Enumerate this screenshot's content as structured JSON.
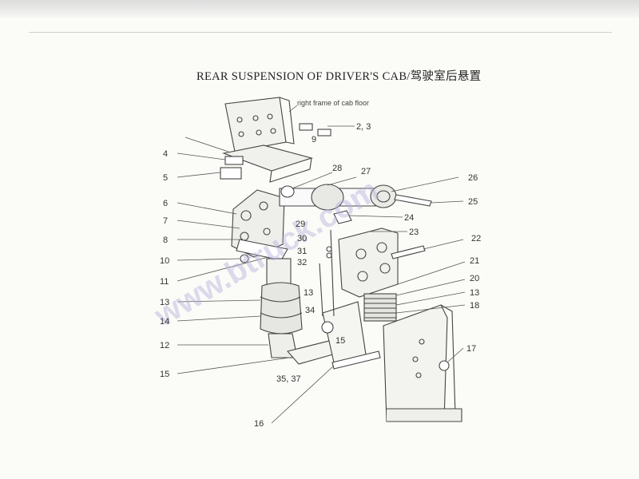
{
  "title": "REAR SUSPENSION OF DRIVER'S CAB/驾驶室后悬置",
  "watermark": "www.btruck.com",
  "callouts": {
    "frame": "right frame of cab floor",
    "c2_3": "2, 3",
    "c4": "4",
    "c5": "5",
    "c6": "6",
    "c7": "7",
    "c8": "8",
    "c10": "10",
    "c11": "11",
    "c12": "12",
    "c13a": "13",
    "c13b": "13",
    "c13c": "13",
    "c14": "14",
    "c15a": "15",
    "c15b": "15",
    "c16": "16",
    "c17": "17",
    "c18": "18",
    "c20": "20",
    "c21": "21",
    "c22": "22",
    "c23": "23",
    "c24": "24",
    "c25": "25",
    "c26": "26",
    "c27": "27",
    "c28": "28",
    "c29": "29",
    "c30": "30",
    "c31": "31",
    "c32": "32",
    "c34": "34",
    "c35_37": "35, 37",
    "c9": "9"
  }
}
